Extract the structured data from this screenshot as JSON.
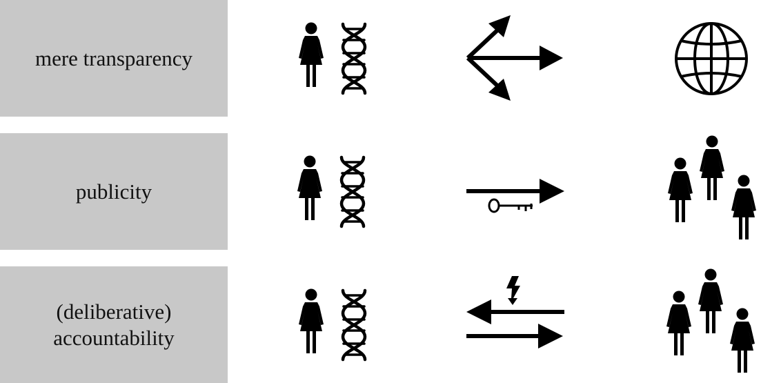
{
  "colors": {
    "label_background": "#c8c8c8",
    "icon": "#000000",
    "background": "#ffffff"
  },
  "rows": [
    {
      "label_lines": [
        "mere transparency"
      ],
      "source_icons": [
        "person-icon",
        "dna-icon"
      ],
      "relation_icon": "dispersing-arrows-icon",
      "target_icon": "globe-icon"
    },
    {
      "label_lines": [
        "publicity"
      ],
      "source_icons": [
        "person-icon",
        "dna-icon"
      ],
      "relation_icon": "arrow-with-key-icon",
      "target_icon": "group-of-people-icon"
    },
    {
      "label_lines": [
        "(deliberative)",
        "accountability"
      ],
      "source_icons": [
        "person-icon",
        "dna-icon"
      ],
      "relation_icon": "bidirectional-arrows-with-lightning-icon",
      "target_icon": "group-of-people-icon"
    }
  ]
}
